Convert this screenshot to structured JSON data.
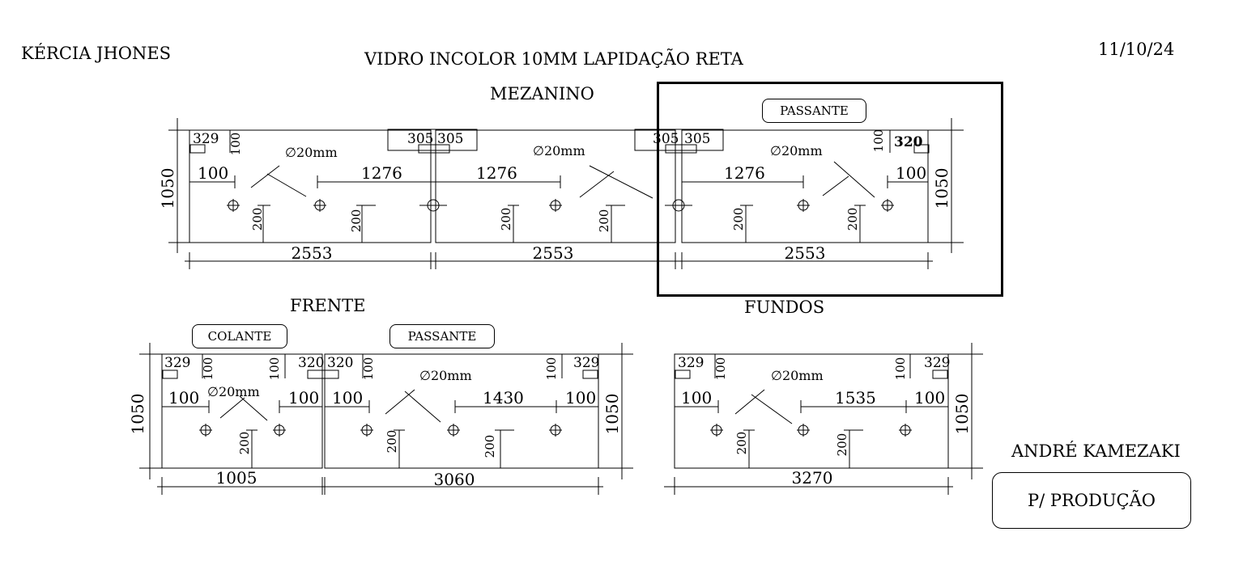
{
  "header": {
    "client": "KÉRCIA JHONES",
    "material": "VIDRO INCOLOR 10MM LAPIDAÇÃO RETA",
    "date": "11/10/24"
  },
  "footer": {
    "designer": "ANDRÉ KAMEZAKI",
    "status": "P/ PRODUÇÃO"
  },
  "sections": {
    "mezanino": "MEZANINO",
    "frente": "FRENTE",
    "fundos": "FUNDOS"
  },
  "tags": {
    "passante_top": "PASSANTE",
    "colante": "COLANTE",
    "passante_bottom": "PASSANTE"
  },
  "dims": {
    "height": "1050",
    "hole_diameter": "∅20mm",
    "hole_height": "200",
    "mez_width": "2553",
    "mez_329": "329",
    "mez_100": "100",
    "mez_1276": "1276",
    "mez_305": "305",
    "mez_320": "320",
    "fr_width_a": "1005",
    "fr_width_b": "3060",
    "fr_329": "329",
    "fr_320": "320",
    "fr_100": "100",
    "fr_1430": "1430",
    "fu_width": "3270",
    "fu_329": "329",
    "fu_1535": "1535",
    "fu_100": "100"
  }
}
